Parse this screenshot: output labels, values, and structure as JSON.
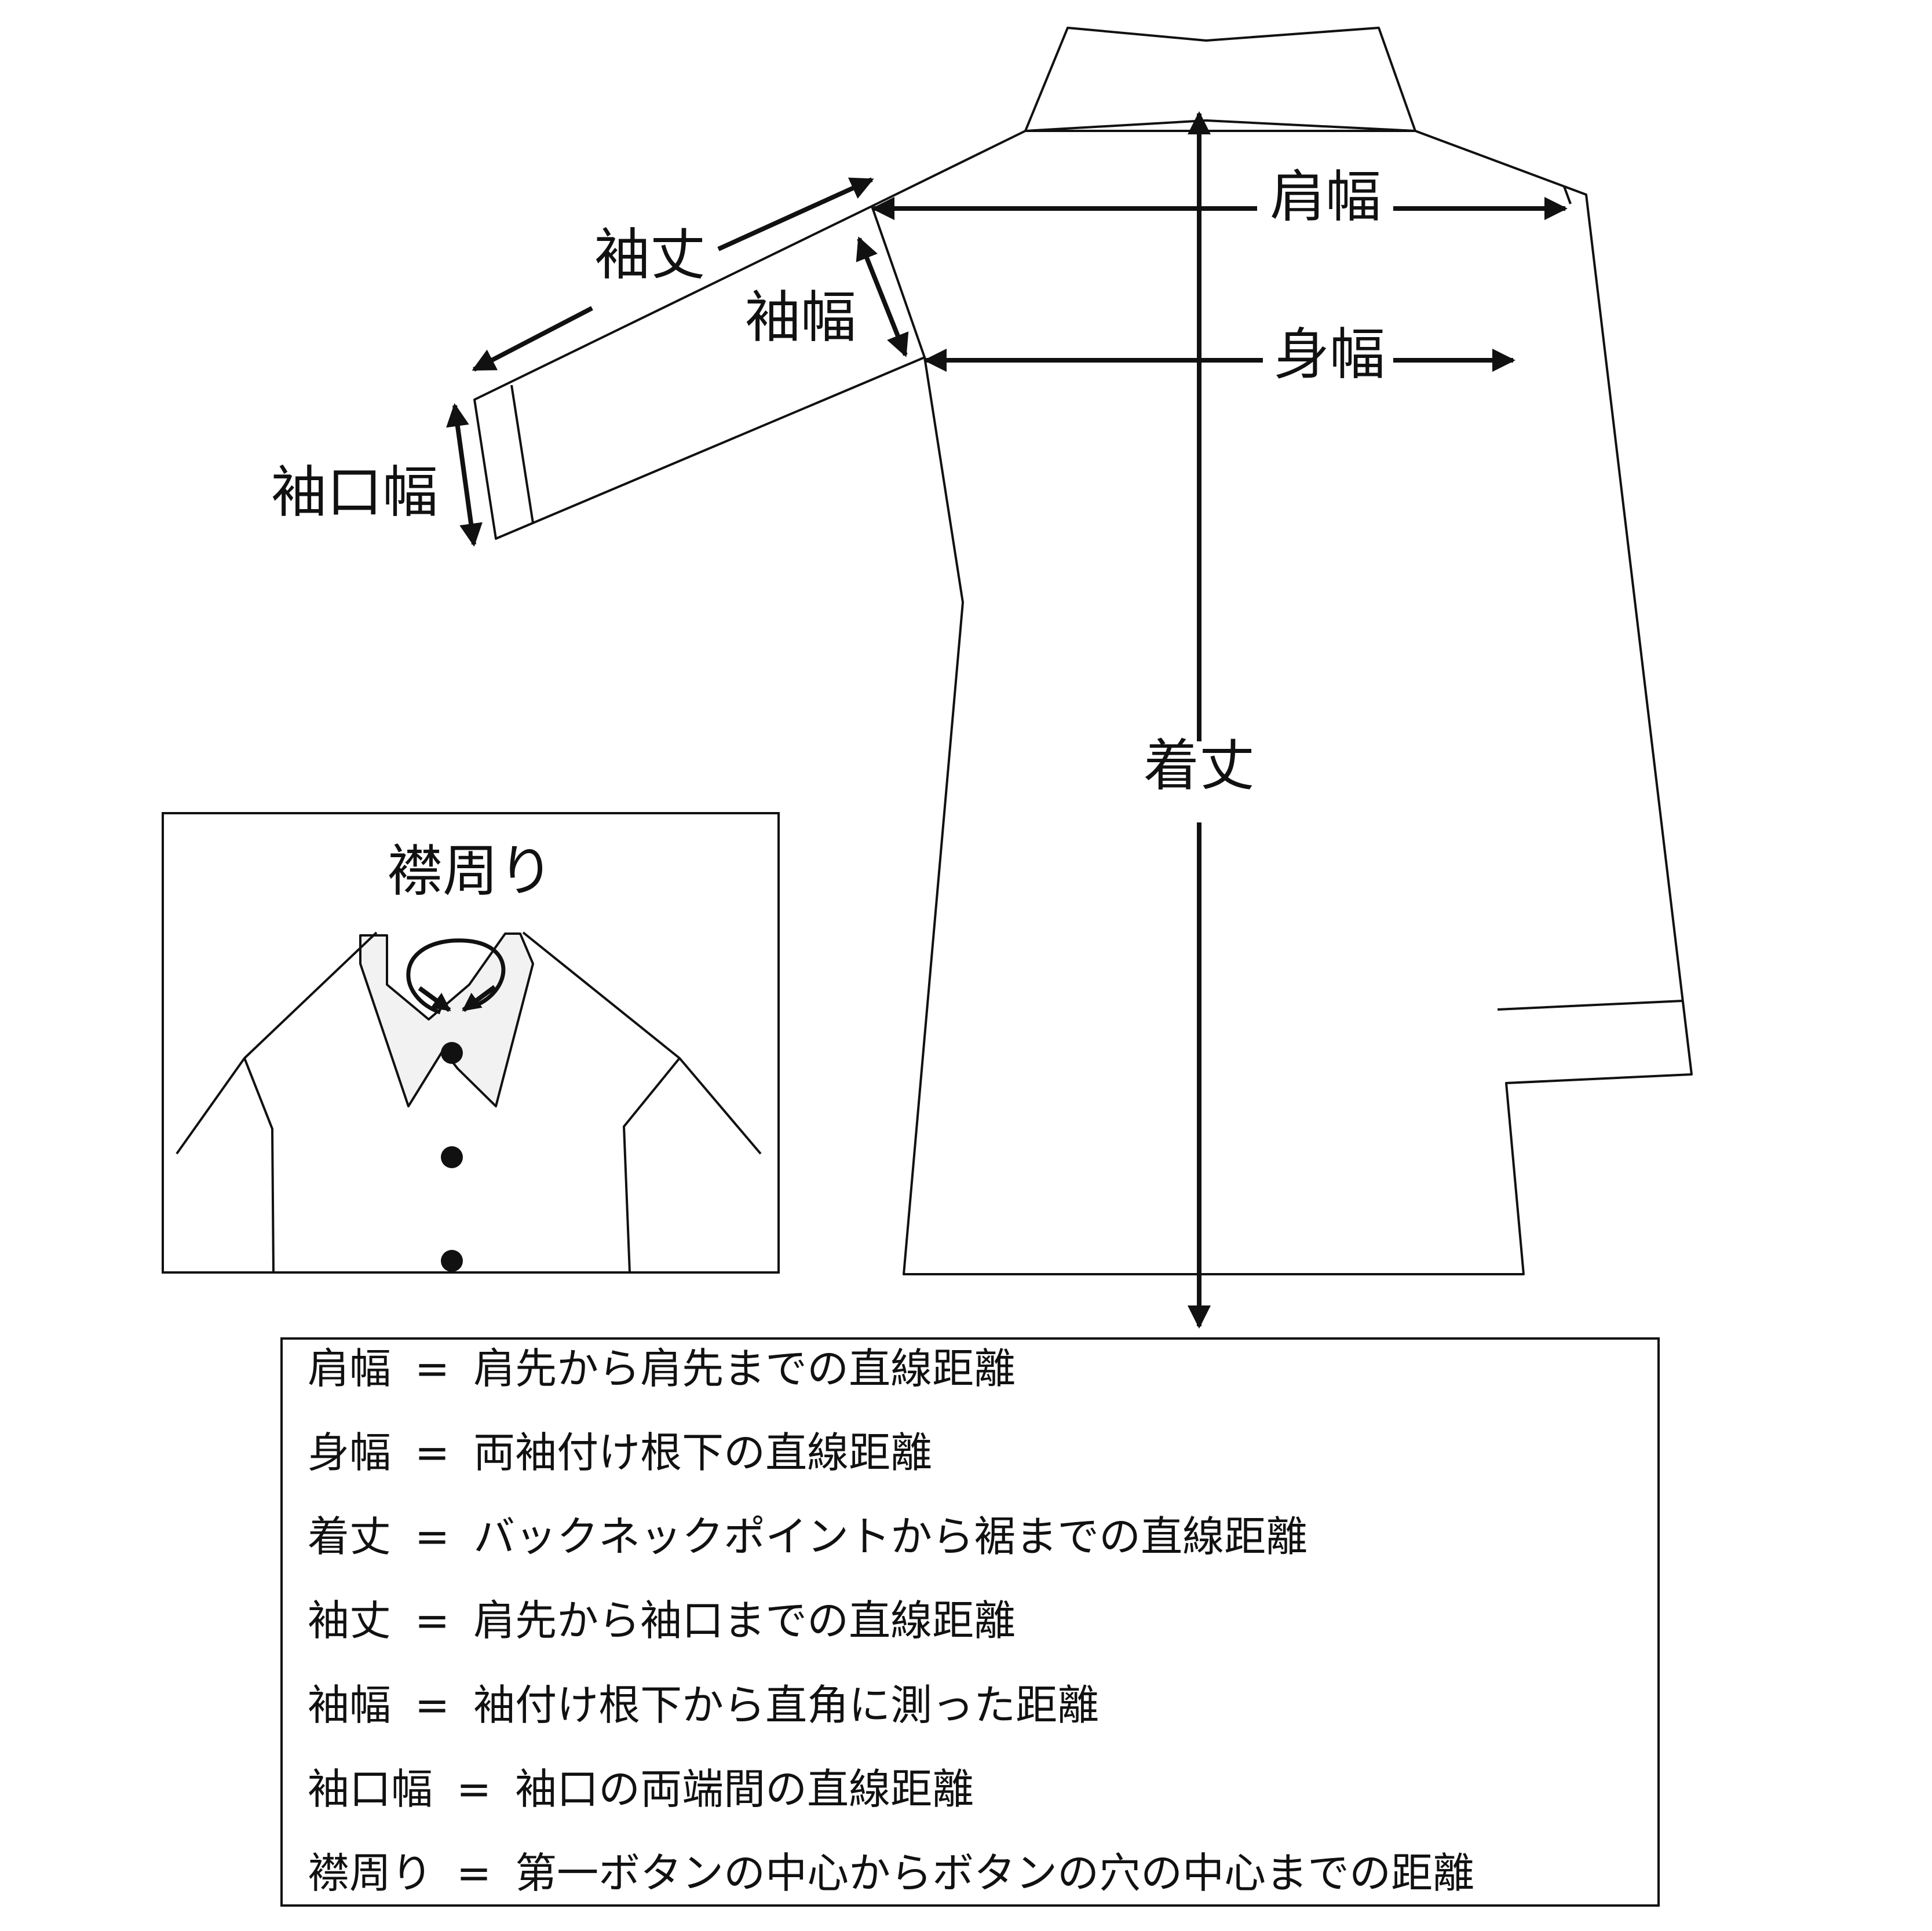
{
  "labels": {
    "shoulder_width": "肩幅",
    "sleeve_length": "袖丈",
    "sleeve_width": "袖幅",
    "body_width": "身幅",
    "cuff_width": "袖口幅",
    "total_length": "着丈",
    "collar": "襟周り"
  },
  "legend": [
    {
      "term": "肩幅",
      "definition": "肩先から肩先までの直線距離"
    },
    {
      "term": "身幅",
      "definition": "両袖付け根下の直線距離"
    },
    {
      "term": "着丈",
      "definition": "バックネックポイントから裾までの直線距離"
    },
    {
      "term": "袖丈",
      "definition": "肩先から袖口までの直線距離"
    },
    {
      "term": "袖幅",
      "definition": "袖付け根下から直角に測った距離"
    },
    {
      "term": "袖口幅",
      "definition": "袖口の両端間の直線距離"
    },
    {
      "term": "襟周り",
      "definition": "第一ボタンの中心からボタンの穴の中心までの距離"
    }
  ],
  "legend_separator": "="
}
